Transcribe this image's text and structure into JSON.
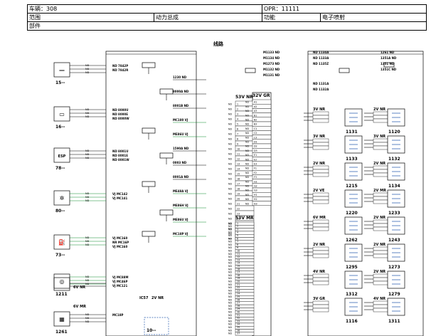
{
  "header": {
    "vehicle_label": "车辆：308",
    "opr_label": "OPR：11111",
    "scope_label": "范围",
    "scope_value": "动力总成",
    "function_label": "功能",
    "function_value": "电子喷射",
    "parts_label": "部件"
  },
  "diagram": {
    "title": "线路",
    "left_components": [
      "15--",
      "16--",
      "78--",
      "80--",
      "73--",
      "1211",
      "1261"
    ],
    "left_component_glyphs": [
      "—",
      "▭",
      "ESP",
      "✲",
      "⛽",
      "◎",
      "▦"
    ],
    "left_wire_labels": [
      [
        "ND 7842P",
        "ND 7842R"
      ],
      [
        "ND 8000U",
        "ND 8000E",
        "ND 8000W"
      ],
      [
        "ND 8001U",
        "ND 8001E",
        "ND 8001W"
      ],
      [
        "VJ MC142",
        "VJ MC141"
      ],
      [
        "VJ MC160",
        "NR MC16P",
        "VJ MC160"
      ],
      [
        "VJ MC88M",
        "VJ MC46P",
        "VJ MC121"
      ],
      [
        "MC18P"
      ]
    ],
    "center_connectors": [
      {
        "name": "53V NR",
        "pins": [
          "1",
          "2",
          "3",
          "4",
          "5",
          "6",
          "7",
          "8",
          "9",
          "10",
          "11",
          "12",
          "13",
          "14",
          "15",
          "16",
          "17",
          "18",
          "19",
          "20",
          "21",
          "22",
          "23",
          "24",
          "25",
          "26",
          "27",
          "28"
        ]
      },
      {
        "name": "32V GR",
        "pins": [
          "A1",
          "A2",
          "A3",
          "B1",
          "B2",
          "B3",
          "C1",
          "C2",
          "C3",
          "D1",
          "D2",
          "D3",
          "E1",
          "E2",
          "E3",
          "F1",
          "F2",
          "F3",
          "G1",
          "G2",
          "G3",
          "H1",
          "H2",
          "H3"
        ]
      },
      {
        "name": "53V MR",
        "pins": [
          "1",
          "2",
          "3",
          "4",
          "5",
          "6",
          "7",
          "8",
          "9",
          "10",
          "11",
          "12",
          "13",
          "14",
          "15",
          "16",
          "17",
          "18",
          "19",
          "20",
          "21",
          "22",
          "23",
          "24",
          "25",
          "26",
          "27",
          "28",
          "29",
          "30",
          "31",
          "32",
          "33",
          "34",
          "35",
          "36",
          "37"
        ]
      }
    ],
    "mid_labels": [
      "1230 ND",
      "8000A ND",
      "8001B ND",
      "MC180 VJ",
      "ME86U VJ",
      "1590A ND",
      "0003 ND",
      "8001A ND",
      "ME48A VJ",
      "ME86H VJ",
      "ME86U VJ",
      "MC18P VJ"
    ],
    "top_labels": [
      "M1133 ND",
      "M1134 ND",
      "M1273 ND",
      "M1132 ND",
      "M1131 ND",
      "ND 1134A",
      "ND 1133A",
      "ND 1135Z",
      "ND 1131A",
      "ND 1132A",
      "1261 ND",
      "1351A ND",
      "1351 ND",
      "1351C ND"
    ],
    "right_connectors": [
      "3V NR",
      "3V NR",
      "2V NR",
      "2V VE",
      "6V MR",
      "2V NR",
      "4V NR",
      "3V GR",
      "2V NR",
      "3V NR",
      "2V NR",
      "2V MR",
      "2V NR",
      "2V NR",
      "2V NR",
      "4V NR"
    ],
    "right_components": [
      "1131",
      "1133",
      "1215",
      "1220",
      "1262",
      "1295",
      "1312",
      "1116",
      "1120",
      "1132",
      "1134",
      "1233",
      "1243",
      "1273",
      "1279",
      "1311"
    ],
    "bottom_labels": [
      "6V NR",
      "6V MR",
      "IC57",
      "2V NR",
      "10--"
    ]
  }
}
